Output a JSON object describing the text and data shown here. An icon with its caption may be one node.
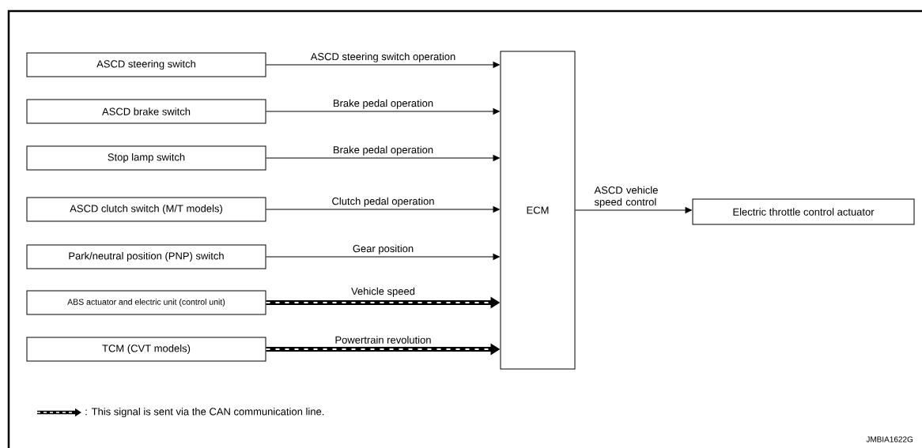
{
  "diagram": {
    "nodes": [
      {
        "text": [
          "ASCD steering switch"
        ]
      },
      {
        "text": [
          "ASCD brake switch"
        ]
      },
      {
        "text": [
          "Stop lamp switch"
        ]
      },
      {
        "text": [
          "ASCD clutch switch (M/T models)"
        ]
      },
      {
        "text": [
          "Park/neutral position (PNP) switch"
        ]
      },
      {
        "text": [
          "ABS actuator and electric unit (control unit)"
        ]
      },
      {
        "text": [
          "TCM (CVT models)"
        ]
      },
      {
        "text": [
          "ECM"
        ]
      },
      {
        "text": [
          "Electric throttle control actuator"
        ]
      }
    ],
    "edges": [
      {
        "from": 0,
        "to": 7,
        "arrow": "to",
        "label": "ASCD steering switch operation"
      },
      {
        "from": 1,
        "to": 7,
        "arrow": "to",
        "label": "Brake pedal operation"
      },
      {
        "from": 2,
        "to": 7,
        "arrow": "to",
        "label": "Brake pedal operation"
      },
      {
        "from": 3,
        "to": 7,
        "arrow": "to",
        "label": "Clutch pedal operation"
      },
      {
        "from": 4,
        "to": 7,
        "arrow": "to",
        "label": "Gear position"
      },
      {
        "from": 5,
        "to": 7,
        "arrow": "to",
        "label": "Vehicle speed",
        "style": "thick"
      },
      {
        "from": 6,
        "to": 7,
        "arrow": "to",
        "label": "Powertrain revolution",
        "style": "thick"
      },
      {
        "from": 7,
        "to": 8,
        "arrow": "to",
        "label": "ASCD vehicle speed control"
      }
    ],
    "labels": [
      "JMBIA1622G"
    ],
    "legend": [
      {
        "text": ": This signal is sent via the CAN communication line."
      }
    ]
  }
}
